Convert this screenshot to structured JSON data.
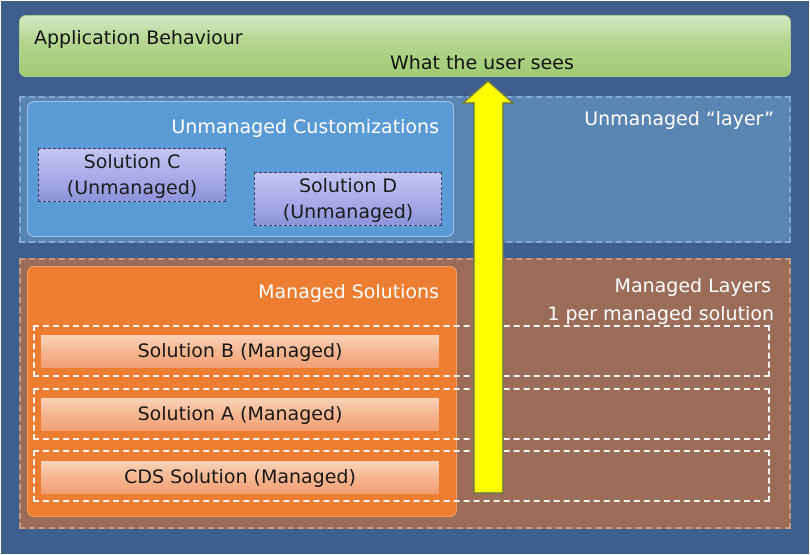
{
  "application_behaviour": {
    "title": "Application Behaviour",
    "subtitle": "What the user sees"
  },
  "unmanaged_layer": {
    "label": "Unmanaged “layer”",
    "customizations_title": "Unmanaged Customizations",
    "solutions": [
      {
        "name": "Solution C",
        "note": "(Unmanaged)"
      },
      {
        "name": "Solution D",
        "note": "(Unmanaged)"
      }
    ]
  },
  "managed_layers": {
    "title": "Managed Layers",
    "subtitle": "1 per managed solution",
    "solutions_title": "Managed Solutions",
    "solutions": [
      {
        "label": "Solution B (Managed)"
      },
      {
        "label": "Solution A (Managed)"
      },
      {
        "label": "CDS Solution (Managed)"
      }
    ]
  },
  "colors": {
    "background": "#3e5f8e",
    "application_behaviour": "#b7d794",
    "unmanaged_layer": "#5a84b2",
    "unmanaged_customizations": "#5b9bd5",
    "unmanaged_solution": "#a9abe8",
    "managed_layers": "#9b6d59",
    "managed_solutions": "#ed7d31",
    "managed_solution_bar": "#f5b48d",
    "arrow": "#ffff00"
  }
}
